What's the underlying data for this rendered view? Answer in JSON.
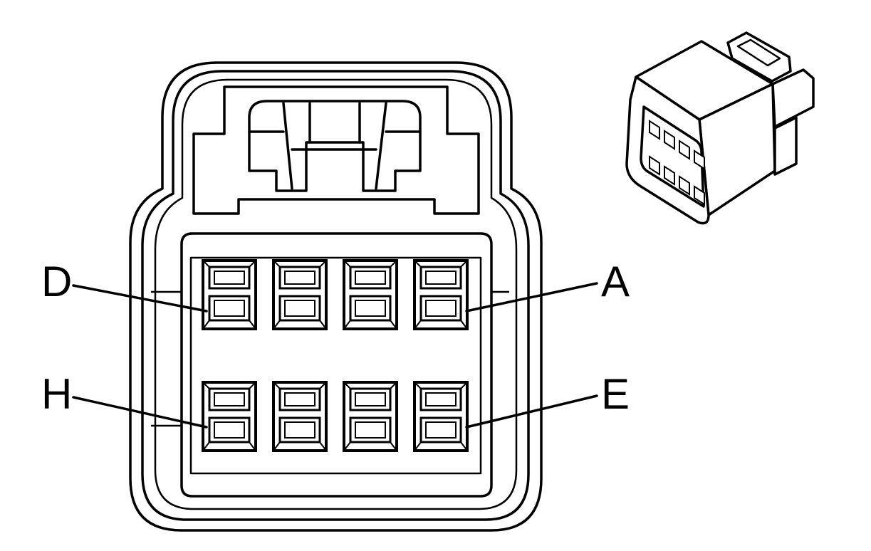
{
  "diagram": {
    "pin_labels": {
      "top_right": "A",
      "top_left": "D",
      "bottom_right": "E",
      "bottom_left": "H"
    },
    "pin_rows": 2,
    "pins_per_row": 4
  }
}
